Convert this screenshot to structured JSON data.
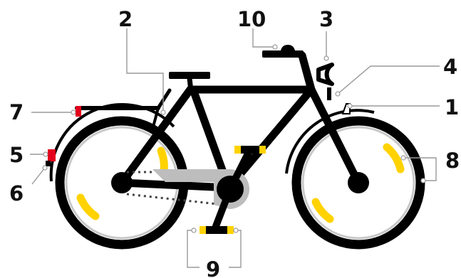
{
  "labels": {
    "l1": "1",
    "l2": "2",
    "l3": "3",
    "l4": "4",
    "l5": "5",
    "l6": "6",
    "l7": "7",
    "l8": "8",
    "l9": "9",
    "l10": "10"
  },
  "colors": {
    "frame": "#000000",
    "reflector_yellow": "#ffd200",
    "rear_reflector_red": "#e3001b",
    "chainguard_gray": "#bdbdbd",
    "leader_gray": "#9a9a9a"
  }
}
